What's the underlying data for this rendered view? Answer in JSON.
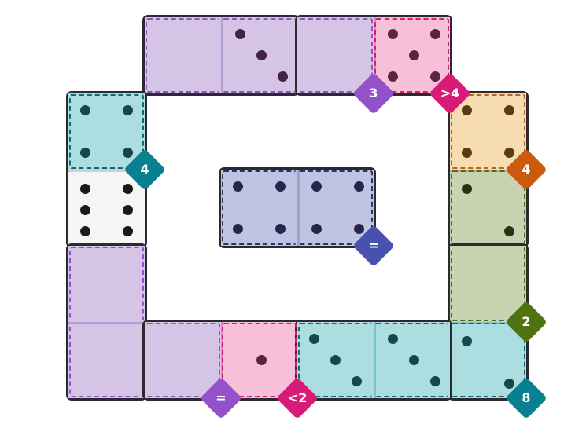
{
  "colors": {
    "purple": {
      "fill": "#d5c4e6",
      "dash": "#9352c9",
      "divider": "#b89ad6"
    },
    "pink": {
      "fill": "#f8c0d8",
      "dash": "#d81b76",
      "divider": "#e58cb3"
    },
    "teal": {
      "fill": "#acdde1",
      "dash": "#0d6b75",
      "divider": "#7cc4cb"
    },
    "white": {
      "fill": "#f5f5f5",
      "dash": "#555555",
      "divider": "#d0d0d0"
    },
    "orange": {
      "fill": "#f6dcb0",
      "dash": "#c0601a",
      "divider": "#e0b77c"
    },
    "olive": {
      "fill": "#c9d3b1",
      "dash": "#4e6a14",
      "divider": "#a7b58a"
    },
    "blue": {
      "fill": "#c0c4e2",
      "dash": "#29375f",
      "divider": "#9ea4d2"
    }
  },
  "pip_colors": {
    "purple": "#422342",
    "pink": "#5b2440",
    "teal": "#14484d",
    "white": "#1a1a1a",
    "orange": "#5a3c13",
    "olive": "#273414",
    "blue": "#24264d"
  },
  "badge_colors": {
    "purple": "#9352c9",
    "pink": "#d81b76",
    "teal": "#08808f",
    "orange": "#cc5a0c",
    "olive": "#4f7310",
    "blue": "#4652ad"
  },
  "dominoes": [
    {
      "orient": "h",
      "halves": [
        {
          "color": "purple",
          "pips": 0
        },
        {
          "color": "purple",
          "pips": 3
        }
      ]
    },
    {
      "orient": "h",
      "halves": [
        {
          "color": "purple",
          "pips": 0
        },
        {
          "color": "pink",
          "pips": 5
        }
      ]
    },
    {
      "orient": "v",
      "halves": [
        {
          "color": "teal",
          "pips": 4
        },
        {
          "color": "white",
          "pips": 6
        }
      ]
    },
    {
      "orient": "v",
      "halves": [
        {
          "color": "orange",
          "pips": 4
        },
        {
          "color": "olive",
          "pips": 2
        }
      ]
    },
    {
      "orient": "h",
      "halves": [
        {
          "color": "blue",
          "pips": 4
        },
        {
          "color": "blue",
          "pips": 4
        }
      ]
    },
    {
      "orient": "v",
      "halves": [
        {
          "color": "purple",
          "pips": 0
        },
        {
          "color": "purple",
          "pips": 0
        }
      ]
    },
    {
      "orient": "v",
      "halves": [
        {
          "color": "olive",
          "pips": 0
        },
        {
          "color": "teal",
          "pips": 2
        }
      ]
    },
    {
      "orient": "h",
      "halves": [
        {
          "color": "purple",
          "pips": 0
        },
        {
          "color": "pink",
          "pips": 1
        }
      ]
    },
    {
      "orient": "h",
      "halves": [
        {
          "color": "teal",
          "pips": 3
        },
        {
          "color": "teal",
          "pips": 3
        }
      ]
    }
  ],
  "regions": [
    {
      "color": "purple",
      "label": "3",
      "rule": "sum"
    },
    {
      "color": "pink",
      "label": ">4",
      "rule": "greater-than"
    },
    {
      "color": "teal",
      "label": "4",
      "rule": "sum"
    },
    {
      "color": "orange",
      "label": "4",
      "rule": "sum"
    },
    {
      "color": "blue",
      "label": "=",
      "rule": "equal"
    },
    {
      "color": "olive",
      "label": "2",
      "rule": "sum"
    },
    {
      "color": "purple",
      "label": "=",
      "rule": "equal"
    },
    {
      "color": "pink",
      "label": "<2",
      "rule": "less-than"
    },
    {
      "color": "teal",
      "label": "8",
      "rule": "sum"
    }
  ]
}
